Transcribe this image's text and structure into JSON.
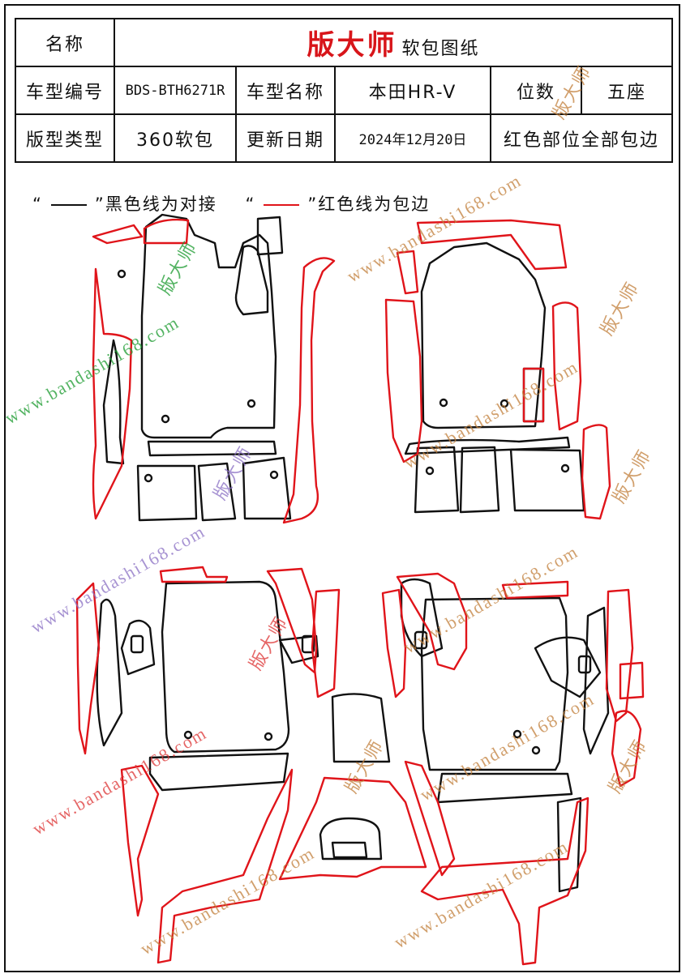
{
  "header": {
    "name_label": "名称",
    "brand": "版大师",
    "brand_sub": "软包图纸",
    "model_code_label": "车型编号",
    "model_code": "BDS-BTH6271R",
    "model_name_label": "车型名称",
    "model_name": "本田HR-V",
    "seats_label": "位数",
    "seats": "五座",
    "type_label": "版型类型",
    "type_value": "360软包",
    "date_label": "更新日期",
    "date_value": "2024年12月20日",
    "note": "红色部位全部包边"
  },
  "legend": {
    "q_open": "“",
    "q_close": "”",
    "black_text": "黑色线为对接",
    "red_text": "红色线为包边"
  },
  "watermark": {
    "url": "www.bandashi168.com",
    "brand": "版大师"
  },
  "colors": {
    "cut_black": "#111111",
    "edge_red": "#e0141a",
    "watermark_green": "#1a9a2e",
    "watermark_tan": "#c2803c",
    "watermark_purple": "#8a6fc4"
  }
}
